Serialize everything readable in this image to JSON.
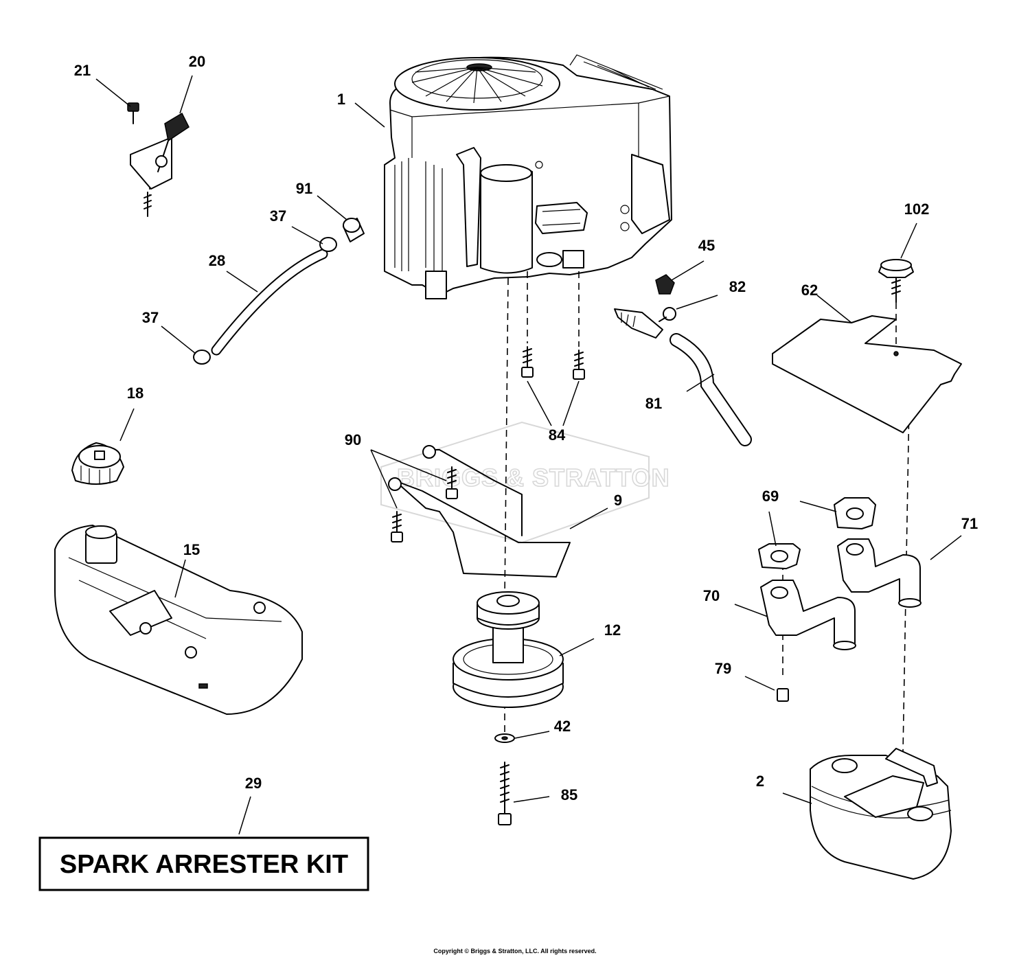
{
  "diagram": {
    "watermark": "BRIGGS & STRATTON",
    "kit_label": "SPARK ARRESTER KIT",
    "copyright": "Copyright © Briggs & Stratton, LLC. All rights reserved.",
    "callouts": [
      {
        "id": "engine",
        "label": "1"
      },
      {
        "id": "muffler",
        "label": "2"
      },
      {
        "id": "bracket",
        "label": "9"
      },
      {
        "id": "pulley",
        "label": "12"
      },
      {
        "id": "fuel-tank",
        "label": "15"
      },
      {
        "id": "fuel-cap",
        "label": "18"
      },
      {
        "id": "control",
        "label": "20"
      },
      {
        "id": "control-screw",
        "label": "21"
      },
      {
        "id": "fuel-line",
        "label": "28"
      },
      {
        "id": "kit",
        "label": "29"
      },
      {
        "id": "clamp-top",
        "label": "37"
      },
      {
        "id": "clamp-bottom",
        "label": "37"
      },
      {
        "id": "washer",
        "label": "42"
      },
      {
        "id": "plug",
        "label": "45"
      },
      {
        "id": "heat-shield",
        "label": "62"
      },
      {
        "id": "gasket",
        "label": "69"
      },
      {
        "id": "exhaust-left",
        "label": "70"
      },
      {
        "id": "exhaust-right",
        "label": "71"
      },
      {
        "id": "exhaust-bolt",
        "label": "79"
      },
      {
        "id": "drain-hose",
        "label": "81"
      },
      {
        "id": "drain-valve",
        "label": "82"
      },
      {
        "id": "engine-bolts",
        "label": "84"
      },
      {
        "id": "pulley-bolt",
        "label": "85"
      },
      {
        "id": "bracket-bolts",
        "label": "90"
      },
      {
        "id": "fitting",
        "label": "91"
      },
      {
        "id": "knob",
        "label": "102"
      }
    ]
  }
}
